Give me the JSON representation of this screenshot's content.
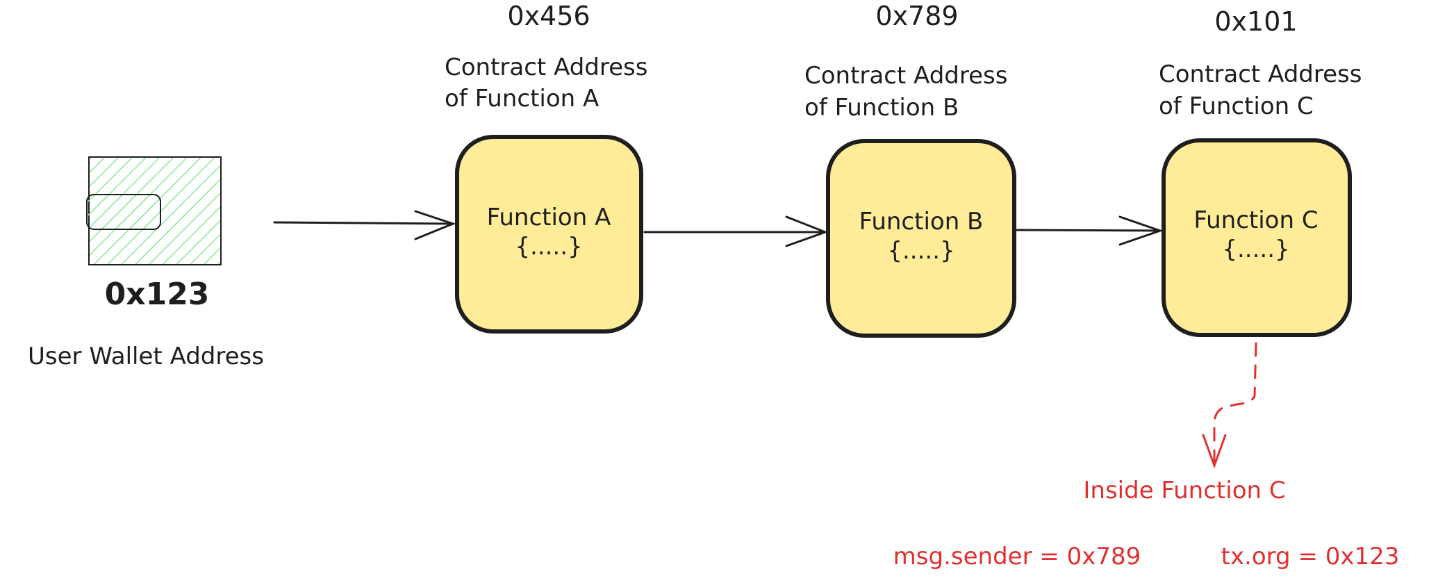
{
  "wallet": {
    "address": "0x123",
    "label": "User Wallet Address"
  },
  "contracts": [
    {
      "address": "0x456",
      "label_line1": "Contract Address",
      "label_line2": "of Function A",
      "function_name": "Function A",
      "body": "{.....}"
    },
    {
      "address": "0x789",
      "label_line1": "Contract Address",
      "label_line2": "of Function B",
      "function_name": "Function B",
      "body": "{.....}"
    },
    {
      "address": "0x101",
      "label_line1": "Contract Address",
      "label_line2": "of Function C",
      "function_name": "Function C",
      "body": "{.....}"
    }
  ],
  "inside": {
    "title": "Inside Function C",
    "msg_sender": "msg.sender = 0x789",
    "tx_origin": "tx.org = 0x123"
  },
  "colors": {
    "box_fill": "#ffec99",
    "stroke": "#1e1e1e",
    "wallet_hatch": "#b2f2bb",
    "annotation": "#e03131"
  }
}
